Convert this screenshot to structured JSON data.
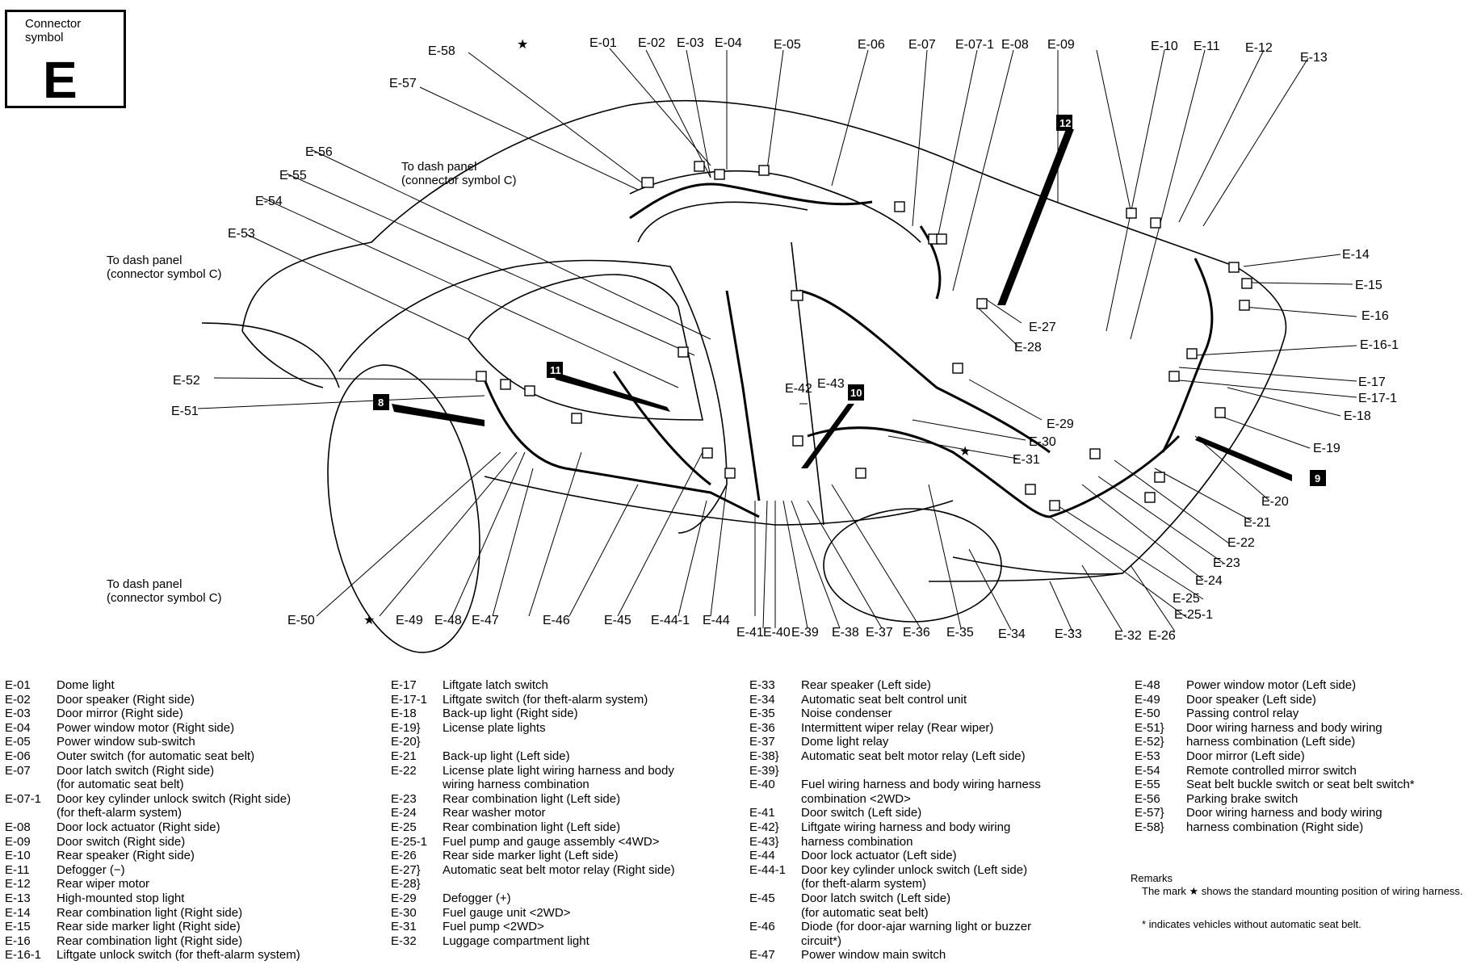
{
  "connector_symbol": {
    "caption": "Connector\nsymbol",
    "letter": "E"
  },
  "dash_notes": [
    "To dash panel\n(connector symbol C)",
    "To dash panel\n(connector symbol C)",
    "To dash panel\n(connector symbol C)"
  ],
  "diagram_labels": {
    "E58": "E-58",
    "star_top": "★",
    "E01": "E-01",
    "E02": "E-02",
    "E03": "E-03",
    "E04": "E-04",
    "E05": "E-05",
    "E06": "E-06",
    "E07": "E-07",
    "E071": "E-07-1",
    "E08": "E-08",
    "E09": "E-09",
    "E10": "E-10",
    "E11": "E-11",
    "E12": "E-12",
    "E13": "E-13",
    "E57": "E-57",
    "E56": "E-56",
    "E55": "E-55",
    "E54": "E-54",
    "E53": "E-53",
    "E52": "E-52",
    "E51": "E-51",
    "E14": "E-14",
    "E15": "E-15",
    "E16": "E-16",
    "E161": "E-16-1",
    "E17": "E-17",
    "E171": "E-17-1",
    "E18": "E-18",
    "E19": "E-19",
    "E20": "E-20",
    "E21": "E-21",
    "E22": "E-22",
    "E23": "E-23",
    "E24": "E-24",
    "E25": "E-25",
    "E251": "E-25-1",
    "E26": "E-26",
    "E27": "E-27",
    "E28": "E-28",
    "E29": "E-29",
    "E30": "E-30",
    "E31": "E-31",
    "E42": "E-42",
    "E43": "E-43",
    "E50": "E-50",
    "star_bottom": "★",
    "E49": "E-49",
    "E48": "E-48",
    "E47": "E-47",
    "E46": "E-46",
    "E45": "E-45",
    "E441": "E-44-1",
    "E44": "E-44",
    "E41": "E-41",
    "E40": "E-40",
    "E39": "E-39",
    "E38": "E-38",
    "E37": "E-37",
    "E36": "E-36",
    "E35": "E-35",
    "E34": "E-34",
    "E33": "E-33",
    "E32": "E-32",
    "star_mid": "★"
  },
  "section_boxes": {
    "b8": "8",
    "b9": "9",
    "b10": "10",
    "b11": "11",
    "b12": "12"
  },
  "legend": {
    "col1": [
      {
        "code": "E-01",
        "desc": "Dome light"
      },
      {
        "code": "E-02",
        "desc": "Door speaker (Right side)"
      },
      {
        "code": "E-03",
        "desc": "Door mirror (Right side)"
      },
      {
        "code": "E-04",
        "desc": "Power window motor (Right side)"
      },
      {
        "code": "E-05",
        "desc": "Power window sub-switch"
      },
      {
        "code": "E-06",
        "desc": "Outer switch (for automatic seat belt)"
      },
      {
        "code": "E-07",
        "desc": "Door latch switch (Right side)"
      },
      {
        "code": "",
        "desc": "(for automatic seat belt)"
      },
      {
        "code": "E-07-1",
        "desc": "Door key cylinder unlock switch (Right side)"
      },
      {
        "code": "",
        "desc": "(for theft-alarm system)"
      },
      {
        "code": "E-08",
        "desc": "Door lock actuator (Right side)"
      },
      {
        "code": "E-09",
        "desc": "Door switch (Right side)"
      },
      {
        "code": "E-10",
        "desc": "Rear speaker (Right side)"
      },
      {
        "code": "E-11",
        "desc": "Defogger (−)"
      },
      {
        "code": "E-12",
        "desc": "Rear wiper motor"
      },
      {
        "code": "E-13",
        "desc": "High-mounted stop light"
      },
      {
        "code": "E-14",
        "desc": "Rear combination light (Right side)"
      },
      {
        "code": "E-15",
        "desc": "Rear side marker light (Right side)"
      },
      {
        "code": "E-16",
        "desc": "Rear combination light (Right side)"
      },
      {
        "code": "E-16-1",
        "desc": "Liftgate unlock switch (for theft-alarm system)"
      }
    ],
    "col2": [
      {
        "code": "E-17",
        "desc": "Liftgate latch switch"
      },
      {
        "code": "E-17-1",
        "desc": "Liftgate switch (for theft-alarm system)"
      },
      {
        "code": "E-18",
        "desc": "Back-up light (Right side)"
      },
      {
        "code": "E-19}",
        "desc": "License plate lights"
      },
      {
        "code": "E-20}",
        "desc": ""
      },
      {
        "code": "E-21",
        "desc": "Back-up light (Left side)"
      },
      {
        "code": "E-22",
        "desc": "License plate light wiring harness and body"
      },
      {
        "code": "",
        "desc": "wiring harness combination"
      },
      {
        "code": "E-23",
        "desc": "Rear combination light (Left side)"
      },
      {
        "code": "E-24",
        "desc": "Rear washer motor"
      },
      {
        "code": "E-25",
        "desc": "Rear combination light (Left side)"
      },
      {
        "code": "E-25-1",
        "desc": "Fuel pump and gauge assembly <4WD>"
      },
      {
        "code": "E-26",
        "desc": "Rear side marker light (Left side)"
      },
      {
        "code": "E-27}",
        "desc": "Automatic seat belt motor relay (Right side)"
      },
      {
        "code": "E-28}",
        "desc": ""
      },
      {
        "code": "E-29",
        "desc": "Defogger (+)"
      },
      {
        "code": "E-30",
        "desc": "Fuel gauge unit <2WD>"
      },
      {
        "code": "E-31",
        "desc": "Fuel pump <2WD>"
      },
      {
        "code": "E-32",
        "desc": "Luggage compartment light"
      }
    ],
    "col3": [
      {
        "code": "E-33",
        "desc": "Rear speaker (Left side)"
      },
      {
        "code": "E-34",
        "desc": "Automatic seat belt control unit"
      },
      {
        "code": "E-35",
        "desc": "Noise condenser"
      },
      {
        "code": "E-36",
        "desc": "Intermittent wiper relay (Rear wiper)"
      },
      {
        "code": "E-37",
        "desc": "Dome light relay"
      },
      {
        "code": "E-38}",
        "desc": "Automatic seat belt motor relay (Left side)"
      },
      {
        "code": "E-39}",
        "desc": ""
      },
      {
        "code": "E-40",
        "desc": "Fuel wiring harness and body wiring harness"
      },
      {
        "code": "",
        "desc": "combination <2WD>"
      },
      {
        "code": "E-41",
        "desc": "Door switch (Left side)"
      },
      {
        "code": "E-42}",
        "desc": "Liftgate wiring harness and body wiring"
      },
      {
        "code": "E-43}",
        "desc": "harness combination"
      },
      {
        "code": "E-44",
        "desc": "Door lock actuator (Left side)"
      },
      {
        "code": "E-44-1",
        "desc": "Door key cylinder unlock switch (Left side)"
      },
      {
        "code": "",
        "desc": "(for theft-alarm system)"
      },
      {
        "code": "E-45",
        "desc": "Door latch switch (Left side)"
      },
      {
        "code": "",
        "desc": "(for automatic seat belt)"
      },
      {
        "code": "E-46",
        "desc": "Diode (for door-ajar warning light or buzzer"
      },
      {
        "code": "",
        "desc": "circuit*)"
      },
      {
        "code": "E-47",
        "desc": "Power window main switch"
      }
    ],
    "col4": [
      {
        "code": "E-48",
        "desc": "Power window motor (Left side)"
      },
      {
        "code": "E-49",
        "desc": "Door speaker (Left side)"
      },
      {
        "code": "E-50",
        "desc": "Passing control relay"
      },
      {
        "code": "E-51}",
        "desc": "Door wiring harness and body wiring"
      },
      {
        "code": "E-52}",
        "desc": "harness combination (Left side)"
      },
      {
        "code": "E-53",
        "desc": "Door mirror (Left side)"
      },
      {
        "code": "E-54",
        "desc": "Remote controlled mirror switch"
      },
      {
        "code": "E-55",
        "desc": "Seat belt buckle switch or seat belt switch*"
      },
      {
        "code": "E-56",
        "desc": "Parking brake switch"
      },
      {
        "code": "E-57}",
        "desc": "Door wiring harness and body wiring"
      },
      {
        "code": "E-58}",
        "desc": "harness combination (Right side)"
      }
    ]
  },
  "remarks": {
    "title": "Remarks",
    "text": "The mark ★ shows the standard mounting position of wiring harness.",
    "footnote": "* indicates vehicles without automatic seat belt."
  }
}
